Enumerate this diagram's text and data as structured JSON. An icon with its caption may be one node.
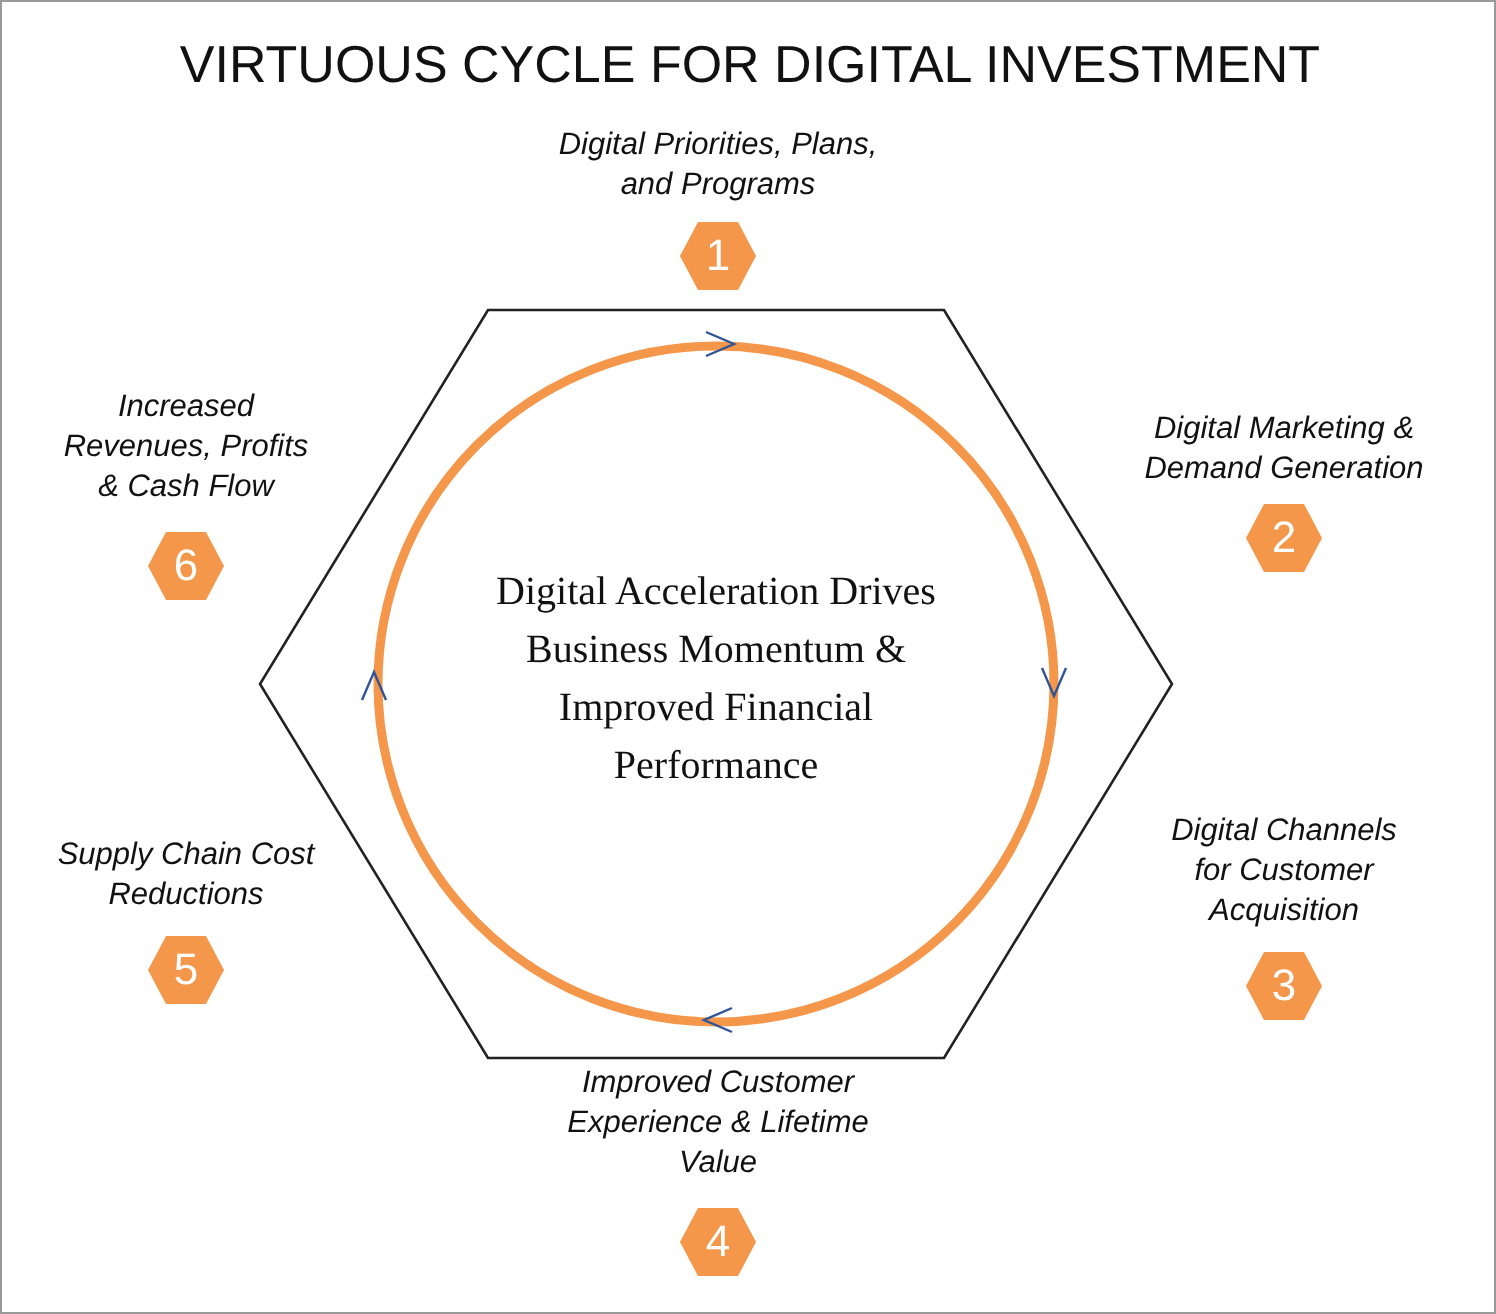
{
  "diagram": {
    "title": "VIRTUOUS CYCLE FOR DIGITAL INVESTMENT",
    "nodes": [
      {
        "text": [],
        "shape": "hexagon"
      },
      {
        "text": [
          "Digital Acceleration Drives Business Momentum & Improved Financial Performance"
        ],
        "in": 0
      },
      {
        "text": [
          "1"
        ],
        "beside": [
          "Digital Priorities, Plans, and Programs"
        ]
      },
      {
        "text": [
          "2"
        ],
        "beside": [
          "Digital Marketing & Demand Generation"
        ]
      },
      {
        "text": [
          "3"
        ],
        "beside": [
          "Digital Channels for Customer Acquisition"
        ]
      },
      {
        "text": [
          "4"
        ],
        "beside": [
          "Improved Customer Experience & Lifetime Value"
        ]
      },
      {
        "text": [
          "5"
        ],
        "beside": [
          "Supply Chain Cost Reductions"
        ]
      },
      {
        "text": [
          "6"
        ],
        "beside": [
          "Increased Revenues, Profits & Cash Flow"
        ]
      }
    ],
    "edges": []
  }
}
